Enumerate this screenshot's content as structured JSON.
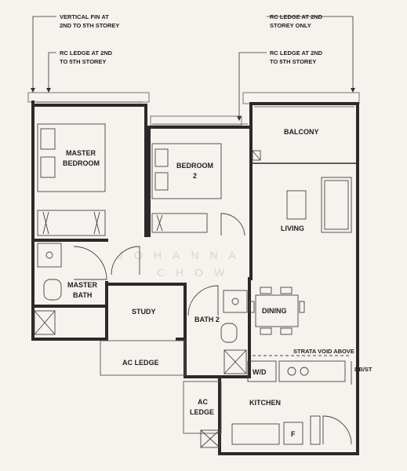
{
  "annotations": {
    "vertical_fin_1": "VERTICAL FIN  AT",
    "vertical_fin_2": "2ND TO 5TH STOREY",
    "rc_ledge_left_1": "RC LEDGE AT 2ND",
    "rc_ledge_left_2": "TO 5TH STOREY",
    "rc_ledge_right_top_1": "RC LEDGE AT 2ND",
    "rc_ledge_right_top_2": "STOREY ONLY",
    "rc_ledge_right_1": "RC LEDGE AT 2ND",
    "rc_ledge_right_2": "TO 5TH STOREY",
    "strata_void": "STRATA VOID ABOVE"
  },
  "rooms": {
    "master_bedroom_1": "MASTER",
    "master_bedroom_2": "BEDROOM",
    "bedroom2_1": "BEDROOM",
    "bedroom2_2": "2",
    "balcony": "BALCONY",
    "living": "LIVING",
    "master_bath_1": "MASTER",
    "master_bath_2": "BATH",
    "study": "STUDY",
    "bath2": "BATH 2",
    "dining": "DINING",
    "ac_ledge_main": "AC LEDGE",
    "ac_ledge_small_1": "AC",
    "ac_ledge_small_2": "LEDGE",
    "kitchen": "KITCHEN",
    "wd": "W/D",
    "dbst": "DB/ST",
    "fridge": "F"
  },
  "watermark": {
    "line1": "JOHANNA",
    "line2": "CHOW"
  }
}
